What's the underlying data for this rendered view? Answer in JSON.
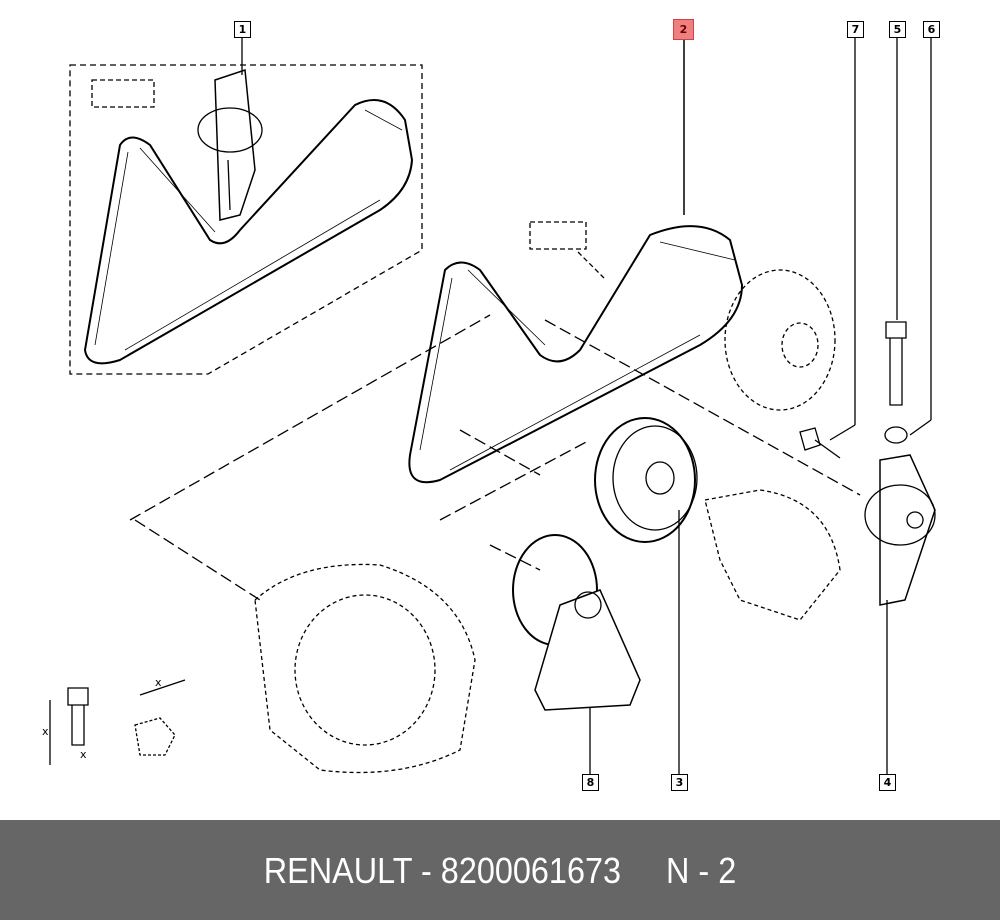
{
  "callouts": [
    {
      "id": "1",
      "label": "1"
    },
    {
      "id": "2",
      "label": "2",
      "highlighted": true
    },
    {
      "id": "7",
      "label": "7"
    },
    {
      "id": "5",
      "label": "5"
    },
    {
      "id": "6",
      "label": "6"
    },
    {
      "id": "8",
      "label": "8"
    },
    {
      "id": "3",
      "label": "3"
    },
    {
      "id": "4",
      "label": "4"
    }
  ],
  "dimension_labels": [
    "x",
    "x",
    "x"
  ],
  "footer": {
    "brand": "RENAULT",
    "part_number": "8200061673",
    "separator": " - ",
    "page": "N - 2"
  },
  "colors": {
    "highlight": "#f08080",
    "footer_bg": "#666666"
  }
}
